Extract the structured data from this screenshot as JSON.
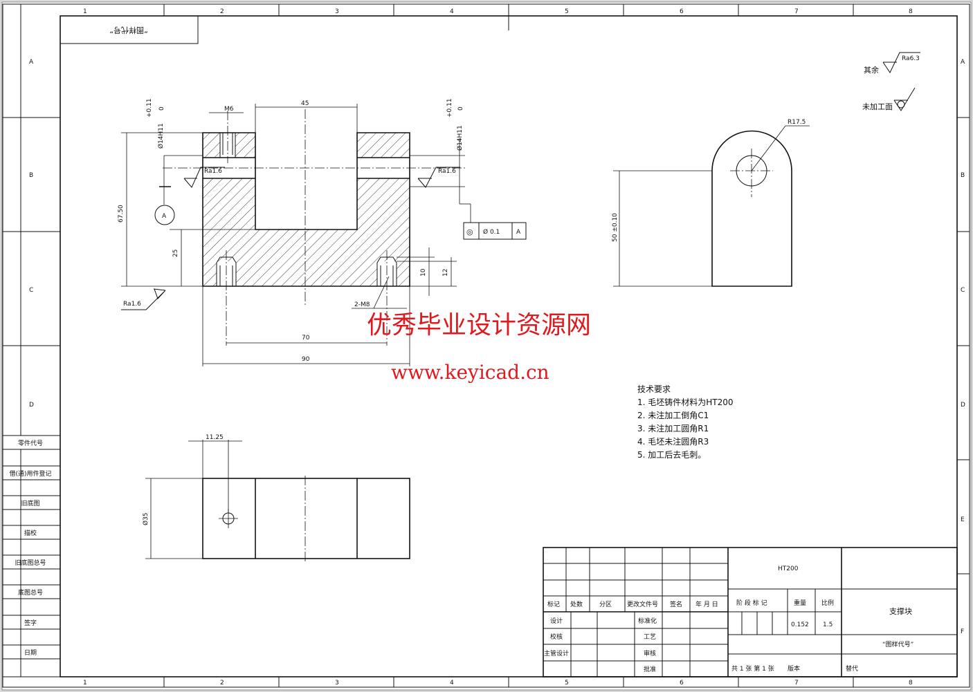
{
  "drawing": {
    "code_box": "“图样代号”",
    "columns": [
      "1",
      "2",
      "3",
      "4",
      "5",
      "6",
      "7",
      "8"
    ],
    "rows": [
      "A",
      "B",
      "C",
      "D",
      "E",
      "F"
    ]
  },
  "surface": {
    "other_label": "其余",
    "other_value": "Ra6.3",
    "unmachined_label": "未加工面"
  },
  "front_view": {
    "m6": "M6",
    "width_45": "45",
    "hole_left_upper": "+0.11",
    "hole_left_lower": "0",
    "hole_left_main": "Ø14H11",
    "hole_right_upper": "+0.11",
    "hole_right_lower": "0",
    "hole_right_main": "Ø14H11",
    "ra_left": "Ra1.6",
    "ra_right": "Ra1.6",
    "ra_bottom": "Ra1.6",
    "height_total": "67.50",
    "height_25": "25",
    "datum": "A",
    "depth_10": "10",
    "depth_12": "12",
    "thread": "2-M8",
    "width_70": "70",
    "width_90": "90"
  },
  "tolerance": {
    "symbol": "◎",
    "value": "Ø 0.1",
    "datum": "A"
  },
  "side_view": {
    "radius": "R17.5",
    "height": "50 ±0.10"
  },
  "top_view": {
    "offset": "11.25",
    "diameter": "Ø35"
  },
  "watermark": {
    "line1": "优秀毕业设计资源网",
    "line2": "www.keyicad.cn"
  },
  "tech_req": {
    "title": "技术要求",
    "items": [
      "1. 毛坯铸件材料为HT200",
      "2. 未注加工倒角C1",
      "3. 未注加工圆角R1",
      "4. 毛坯未注圆角R3",
      "5. 加工后去毛刺。"
    ]
  },
  "left_strip": [
    "零件代号",
    "借(通)用件登记",
    "旧底图",
    "描校",
    "旧底图总号",
    "底图总号",
    "签字",
    "日期"
  ],
  "title_block": {
    "material": "HT200",
    "header": [
      "标记",
      "处数",
      "分区",
      "更改文件号",
      "签名",
      "年 月 日"
    ],
    "stage": "阶 段 标 记",
    "weight_label": "重量",
    "scale_label": "比例",
    "weight": "0.152",
    "scale": "1.5",
    "part_name": "支撑块",
    "drawing_code": "“图样代号”",
    "roles_left": [
      "设计",
      "校核",
      "主管设计"
    ],
    "roles_mid": [
      "标准化",
      "工艺",
      "审核",
      "批准"
    ],
    "sheets": "共 1 张  第 1 张",
    "version": "版本",
    "replace": "替代"
  }
}
